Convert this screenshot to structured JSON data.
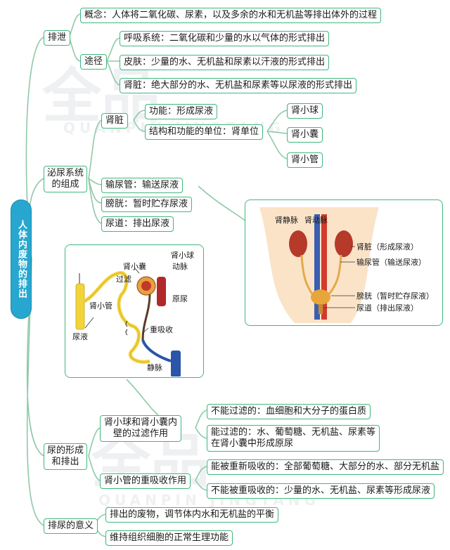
{
  "root": "人体内废物的排出",
  "excretion": {
    "label": "排泄",
    "concept": "概念：人体将二氧化碳、尿素，以及多余的水和无机盐等排出体外的过程",
    "pathway_label": "途径",
    "pathways": [
      "呼吸系统：二氧化碳和少量的水以气体的形式排出",
      "皮肤：少量的水、无机盐和尿素以汗液的形式排出",
      "肾脏：绝大部分的水、无机盐和尿素等以尿液的形式排出"
    ]
  },
  "urinary": {
    "label_line1": "泌尿系统",
    "label_line2": "的组成",
    "kidney": {
      "label": "肾脏",
      "function": "功能：形成尿液",
      "unit": "结构和功能的单位：肾单位",
      "parts": [
        "肾小球",
        "肾小囊",
        "肾小管"
      ]
    },
    "ureter": "输尿管：输送尿液",
    "bladder": "膀胱：暂时贮存尿液",
    "urethra": "尿道：排出尿液"
  },
  "nephron_diagram": {
    "glomerulus": "肾小球",
    "capsule": "肾小囊",
    "artery": "动脉",
    "filtration": "过滤",
    "tubule": "肾小管",
    "primary_urine": "原尿",
    "reabsorption": "重吸收",
    "urine": "尿液",
    "vein": "静脉"
  },
  "body_diagram": {
    "renal_vein": "肾静脉",
    "renal_artery": "肾动脉",
    "kidney": "肾脏（形成尿液）",
    "ureter": "输尿管（输送尿液）",
    "bladder": "膀胱（暂时贮存尿液）",
    "urethra": "尿道（排出尿液）"
  },
  "formation": {
    "label_line1": "尿的形成",
    "label_line2": "和排出",
    "filtration_line1": "肾小球和肾小囊内",
    "filtration_line2": "壁的过滤作用",
    "cannot_filter": "不能过滤的：血细胞和大分子的蛋白质",
    "can_filter_line1": "能过滤的：水、葡萄糖、无机盐、尿素等",
    "can_filter_line2": "在肾小囊中形成原尿",
    "reabsorption": "肾小管的重吸收作用",
    "can_reabsorb": "能被重新吸收的：全部葡萄糖、大部分的水、部分无机盐",
    "cannot_reabsorb": "不能被重吸收的：少量的水、无机盐、尿素等形成尿液"
  },
  "significance": {
    "label": "排尿的意义",
    "items": [
      "排出的废物，调节体内水和无机盐的平衡",
      "维持组织细胞的正常生理功能"
    ]
  },
  "watermark": {
    "cn": "全品",
    "en": "QUANPIN JINGTANG"
  },
  "colors": {
    "branch_border": "#3fb87e",
    "root_fill": "#27a7cf",
    "connector": "#8fc9a8"
  }
}
